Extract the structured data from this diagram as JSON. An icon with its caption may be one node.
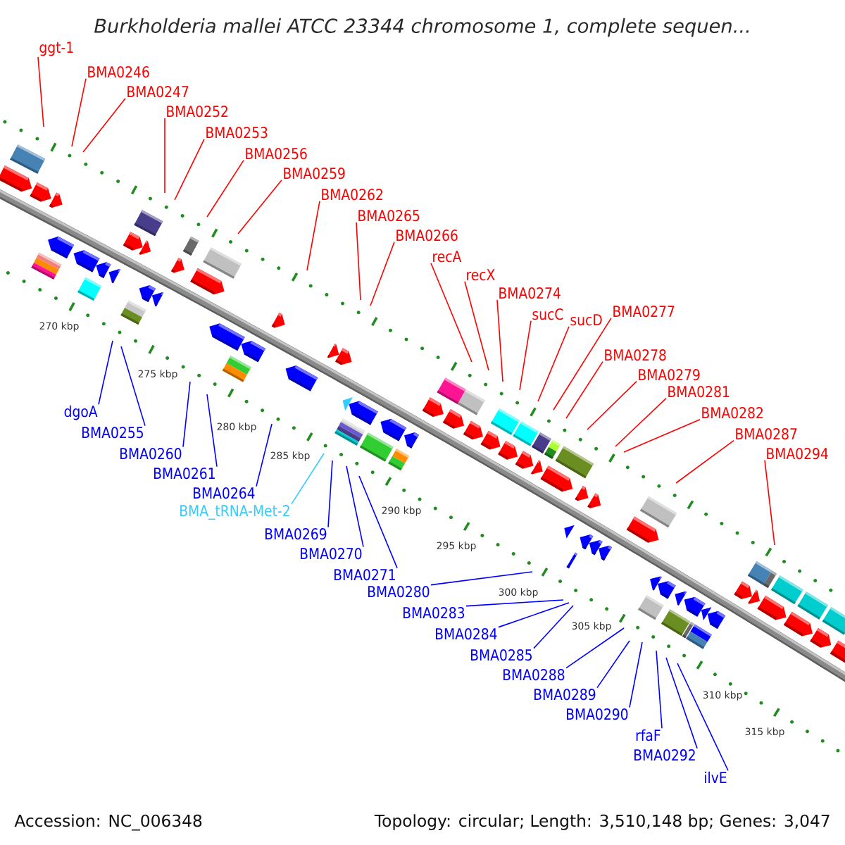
{
  "diagram": {
    "title": "Burkholderia mallei ATCC 23344 chromosome 1, complete sequen...",
    "nodes": [
      {
        "text": [
          "ggt-1"
        ]
      },
      {
        "text": [
          "BMA0246"
        ]
      },
      {
        "text": [
          "BMA0247"
        ]
      },
      {
        "text": [
          "BMA0252"
        ]
      },
      {
        "text": [
          "BMA0253"
        ]
      },
      {
        "text": [
          "BMA0256"
        ]
      },
      {
        "text": [
          "BMA0259"
        ]
      },
      {
        "text": [
          "BMA0262"
        ]
      },
      {
        "text": [
          "BMA0265"
        ]
      },
      {
        "text": [
          "BMA0266"
        ]
      },
      {
        "text": [
          "recA"
        ]
      },
      {
        "text": [
          "recX"
        ]
      },
      {
        "text": [
          "BMA0274"
        ]
      },
      {
        "text": [
          "sucC"
        ]
      },
      {
        "text": [
          "sucD"
        ]
      },
      {
        "text": [
          "BMA0277"
        ]
      },
      {
        "text": [
          "BMA0278"
        ]
      },
      {
        "text": [
          "BMA0279"
        ]
      },
      {
        "text": [
          "BMA0281"
        ]
      },
      {
        "text": [
          "BMA0282"
        ]
      },
      {
        "text": [
          "BMA0287"
        ]
      },
      {
        "text": [
          "BMA0294"
        ]
      },
      {
        "text": [
          "dgoA"
        ]
      },
      {
        "text": [
          "BMA0255"
        ]
      },
      {
        "text": [
          "BMA0260"
        ]
      },
      {
        "text": [
          "BMA0261"
        ]
      },
      {
        "text": [
          "BMA0264"
        ]
      },
      {
        "text": [
          "BMA_tRNA-Met-2"
        ]
      },
      {
        "text": [
          "BMA0269"
        ]
      },
      {
        "text": [
          "BMA0270"
        ]
      },
      {
        "text": [
          "BMA0271"
        ]
      },
      {
        "text": [
          "BMA0280"
        ]
      },
      {
        "text": [
          "BMA0283"
        ]
      },
      {
        "text": [
          "BMA0284"
        ]
      },
      {
        "text": [
          "BMA0285"
        ]
      },
      {
        "text": [
          "BMA0288"
        ]
      },
      {
        "text": [
          "BMA0289"
        ]
      },
      {
        "text": [
          "BMA0290"
        ]
      },
      {
        "text": [
          "rfaF"
        ]
      },
      {
        "text": [
          "BMA0292"
        ]
      },
      {
        "text": [
          "ilvE"
        ]
      }
    ],
    "edges": [
      {
        "from": 0,
        "to": null,
        "arrow": "none"
      },
      {
        "from": 1,
        "to": null,
        "arrow": "none"
      },
      {
        "from": 2,
        "to": null,
        "arrow": "none"
      },
      {
        "from": 3,
        "to": null,
        "arrow": "none"
      },
      {
        "from": 4,
        "to": null,
        "arrow": "none"
      },
      {
        "from": 5,
        "to": null,
        "arrow": "none"
      },
      {
        "from": 6,
        "to": null,
        "arrow": "none"
      },
      {
        "from": 7,
        "to": null,
        "arrow": "none"
      },
      {
        "from": 8,
        "to": null,
        "arrow": "none"
      },
      {
        "from": 9,
        "to": null,
        "arrow": "none"
      },
      {
        "from": 10,
        "to": null,
        "arrow": "none"
      },
      {
        "from": 11,
        "to": null,
        "arrow": "none"
      },
      {
        "from": 12,
        "to": null,
        "arrow": "none"
      },
      {
        "from": 13,
        "to": null,
        "arrow": "none"
      },
      {
        "from": 14,
        "to": null,
        "arrow": "none"
      },
      {
        "from": 15,
        "to": null,
        "arrow": "none"
      },
      {
        "from": 16,
        "to": null,
        "arrow": "none"
      },
      {
        "from": 17,
        "to": null,
        "arrow": "none"
      },
      {
        "from": 18,
        "to": null,
        "arrow": "none"
      },
      {
        "from": 19,
        "to": null,
        "arrow": "none"
      },
      {
        "from": 20,
        "to": null,
        "arrow": "none"
      },
      {
        "from": 21,
        "to": null,
        "arrow": "none"
      },
      {
        "from": 22,
        "to": null,
        "arrow": "none",
        "color": "#0000ff"
      },
      {
        "from": 23,
        "to": null,
        "arrow": "none",
        "color": "#0000ff"
      },
      {
        "from": 24,
        "to": null,
        "arrow": "none",
        "color": "#0000ff"
      },
      {
        "from": 25,
        "to": null,
        "arrow": "none",
        "color": "#0000ff"
      },
      {
        "from": 26,
        "to": null,
        "arrow": "none",
        "color": "#0000ff"
      },
      {
        "from": 27,
        "to": null,
        "arrow": "none",
        "color": "#33ccff"
      },
      {
        "from": 28,
        "to": null,
        "arrow": "none",
        "color": "#0000ff"
      },
      {
        "from": 29,
        "to": null,
        "arrow": "none",
        "color": "#0000ff"
      },
      {
        "from": 30,
        "to": null,
        "arrow": "none",
        "color": "#0000ff"
      },
      {
        "from": 31,
        "to": null,
        "arrow": "none",
        "color": "#0000ff"
      },
      {
        "from": 32,
        "to": null,
        "arrow": "none",
        "color": "#0000ff"
      },
      {
        "from": 33,
        "to": null,
        "arrow": "none",
        "color": "#0000ff"
      },
      {
        "from": 34,
        "to": null,
        "arrow": "none",
        "color": "#0000ff"
      },
      {
        "from": 35,
        "to": null,
        "arrow": "none",
        "color": "#0000ff"
      },
      {
        "from": 36,
        "to": null,
        "arrow": "none",
        "color": "#0000ff"
      },
      {
        "from": 37,
        "to": null,
        "arrow": "none",
        "color": "#0000ff"
      },
      {
        "from": 38,
        "to": null,
        "arrow": "none",
        "color": "#0000ff"
      },
      {
        "from": 39,
        "to": null,
        "arrow": "none",
        "color": "#0000ff"
      },
      {
        "from": 40,
        "to": null,
        "arrow": "none",
        "color": "#0000ff"
      }
    ],
    "labels": [
      "270 kbp",
      "275 kbp",
      "280 kbp",
      "285 kbp",
      "290 kbp",
      "295 kbp",
      "300 kbp",
      "305 kbp",
      "310 kbp",
      "315 kbp",
      "Accession: NC_006348",
      "Topology: circular; Length: 3,510,148 bp; Genes: 3,047"
    ]
  }
}
